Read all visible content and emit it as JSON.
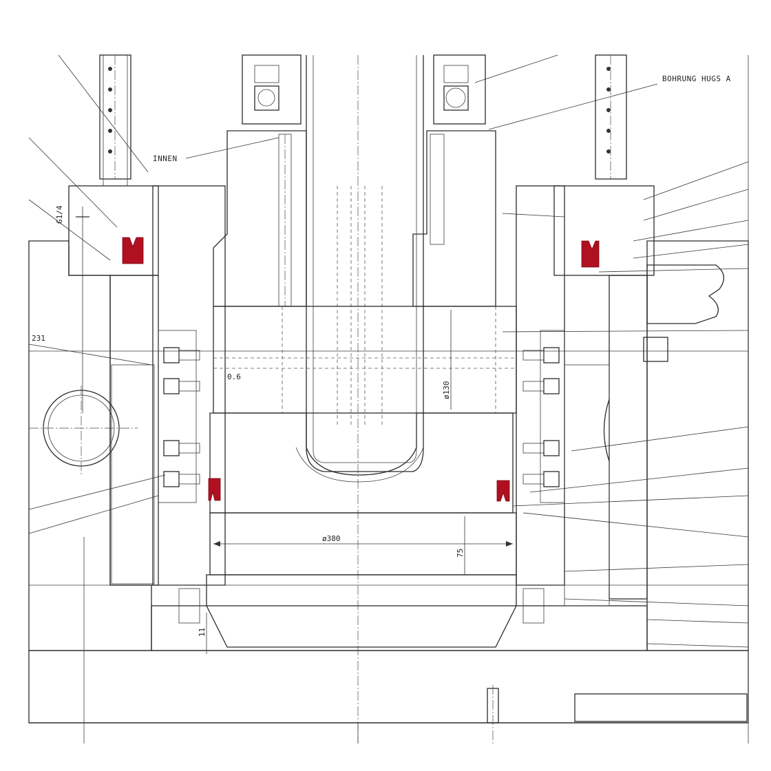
{
  "drawing": {
    "labels": {
      "bohrung": "BOHRUNG HUGS A",
      "innen": "INNEN",
      "g14": "G1/4",
      "d231": "231",
      "d06": "0.6",
      "d130": "ø130",
      "d380": "ø380",
      "d75": "75",
      "d11": "11"
    },
    "colors": {
      "line": "#2a2a2a",
      "hatch": "#555555",
      "seal": "#b01020",
      "paper": "#ffffff",
      "stipple": "#9a9a9a"
    }
  }
}
